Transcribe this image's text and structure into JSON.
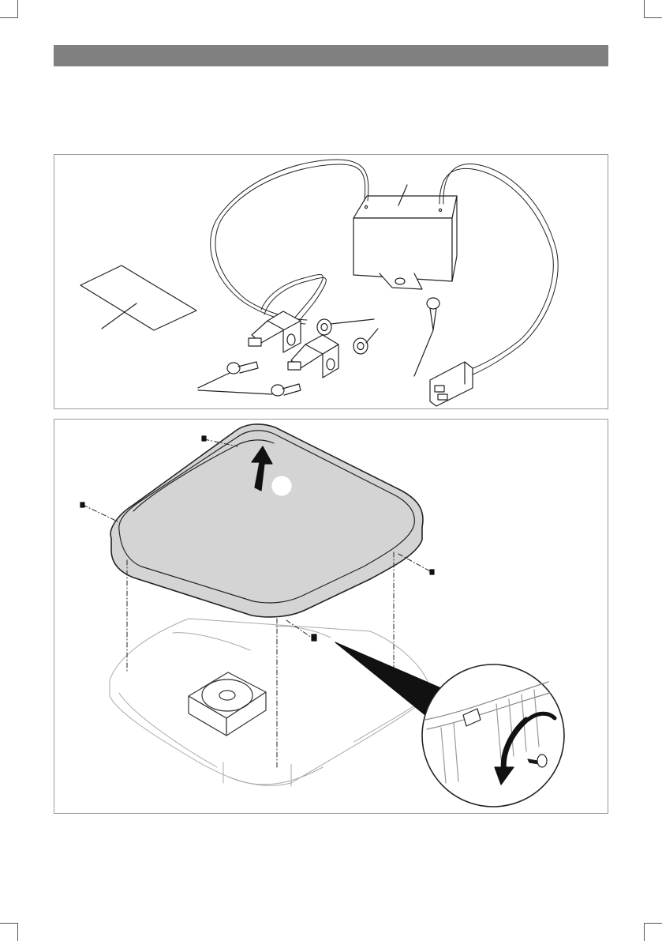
{
  "page": {
    "header_bar_color": "#808080",
    "panel_border_color": "#9a9a9a",
    "line_color": "#222222",
    "cover_fill": "#d4d4d4",
    "base_line_color": "#aaaaaa"
  },
  "figure_1": {
    "parts": [
      "label-sheet",
      "capacitor-box",
      "wire-harness",
      "mounting-brackets",
      "washers",
      "screws",
      "connector-plug"
    ]
  },
  "figure_2": {
    "parts": [
      "cover",
      "lift-arrow",
      "base-housing",
      "fan",
      "detail-magnifier",
      "rotation-arrow",
      "screw"
    ]
  }
}
